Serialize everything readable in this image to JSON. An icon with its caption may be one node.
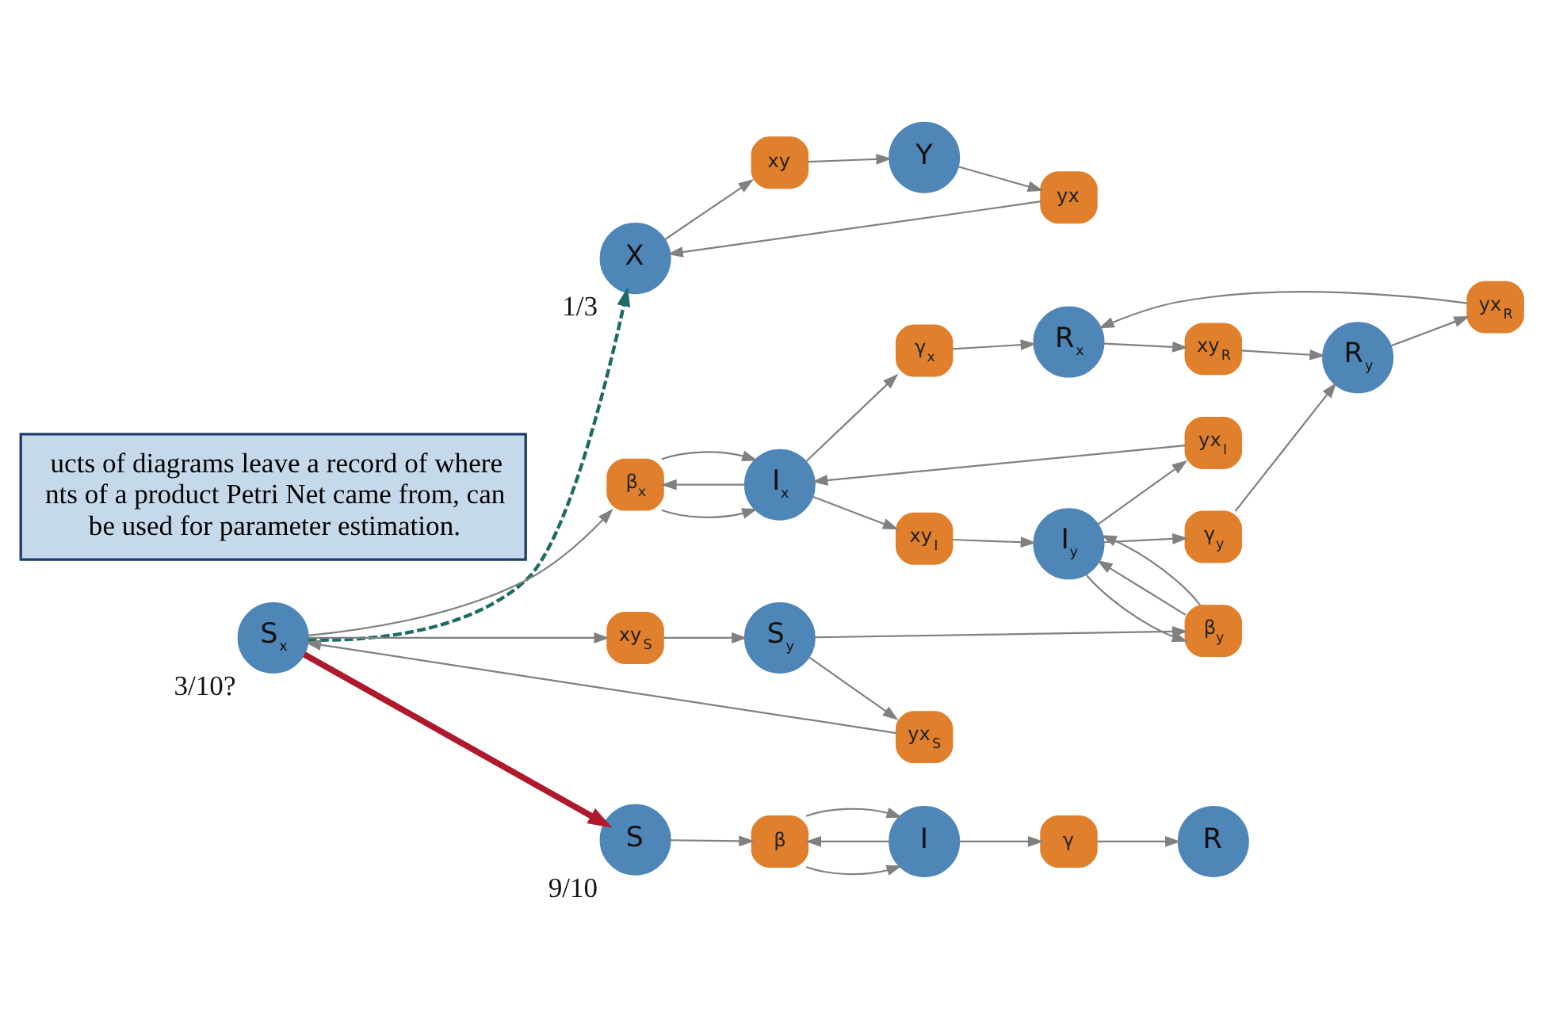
{
  "diagram": {
    "nodes": [
      {
        "text": [
          "X"
        ],
        "beside": [
          "1/3"
        ]
      },
      {
        "text": [
          "xy"
        ]
      },
      {
        "text": [
          "Y"
        ]
      },
      {
        "text": [
          "yx"
        ]
      },
      {
        "text": [
          "xy$_{R}$"
        ]
      },
      {
        "text": [
          "yx$_{R}$"
        ]
      },
      {
        "text": [
          "γ$_{x}$"
        ]
      },
      {
        "text": [
          "R$_{x}$"
        ]
      },
      {
        "text": [
          "R$_{y}$"
        ]
      },
      {
        "text": [
          "γ$_{y}$"
        ]
      },
      {
        "text": [
          "xy$_{I}$"
        ]
      },
      {
        "text": [
          "β$_{x}$"
        ]
      },
      {
        "text": [
          "I$_{x}$"
        ]
      },
      {
        "text": [
          "yx$_{I}$"
        ]
      },
      {
        "text": [
          "I$_{y}$"
        ]
      },
      {
        "text": [
          "β$_{y}$"
        ]
      },
      {
        "text": [
          "S$_{x}$"
        ],
        "beside": [
          "3/10?"
        ]
      },
      {
        "text": [
          "xy$_{S}$"
        ]
      },
      {
        "text": [
          "yx$_{S}$"
        ]
      },
      {
        "text": [
          "S$_{y}$"
        ]
      },
      {
        "text": [
          "γ"
        ]
      },
      {
        "text": [
          "R"
        ]
      },
      {
        "text": [
          "β"
        ]
      },
      {
        "text": [
          "I"
        ]
      },
      {
        "text": [
          "S"
        ],
        "beside": [
          "9/10"
        ]
      },
      {
        "text": [
          "ucts of diagrams leave a record of where nts of a product Petri Net came from, can be used for parameter estimation."
        ]
      }
    ],
    "edges": [
      {
        "from": 0,
        "to": 1,
        "arrow": "to"
      },
      {
        "from": 1,
        "to": 2,
        "arrow": "to"
      },
      {
        "from": 2,
        "to": 3,
        "arrow": "to"
      },
      {
        "from": 3,
        "to": 0,
        "arrow": "to"
      },
      {
        "from": 7,
        "to": 4,
        "arrow": "to"
      },
      {
        "from": 4,
        "to": 8,
        "arrow": "to"
      },
      {
        "from": 8,
        "to": 5,
        "arrow": "to"
      },
      {
        "from": 5,
        "to": 7,
        "arrow": "to"
      },
      {
        "from": 6,
        "to": 7,
        "arrow": "to"
      },
      {
        "from": 9,
        "to": 8,
        "arrow": "to"
      },
      {
        "from": 12,
        "to": 6,
        "arrow": "to"
      },
      {
        "from": 14,
        "to": 9,
        "arrow": "to"
      },
      {
        "from": 12,
        "to": 10,
        "arrow": "to"
      },
      {
        "from": 10,
        "to": 14,
        "arrow": "to"
      },
      {
        "from": 14,
        "to": 13,
        "arrow": "to"
      },
      {
        "from": 13,
        "to": 12,
        "arrow": "to"
      },
      {
        "from": 11,
        "to": 12,
        "arrow": "to"
      },
      {
        "from": 12,
        "to": 11,
        "arrow": "to"
      },
      {
        "from": 11,
        "to": 12,
        "arrow": "to"
      },
      {
        "from": 15,
        "to": 14,
        "arrow": "to"
      },
      {
        "from": 14,
        "to": 15,
        "arrow": "to"
      },
      {
        "from": 15,
        "to": 14,
        "arrow": "to"
      },
      {
        "from": 16,
        "to": 11,
        "arrow": "to"
      },
      {
        "from": 19,
        "to": 15,
        "arrow": "to"
      },
      {
        "from": 16,
        "to": 17,
        "arrow": "to"
      },
      {
        "from": 17,
        "to": 19,
        "arrow": "to"
      },
      {
        "from": 19,
        "to": 18,
        "arrow": "to"
      },
      {
        "from": 18,
        "to": 16,
        "arrow": "to"
      },
      {
        "from": 24,
        "to": 22,
        "arrow": "to"
      },
      {
        "from": 22,
        "to": 23,
        "arrow": "to"
      },
      {
        "from": 23,
        "to": 22,
        "arrow": "to"
      },
      {
        "from": 22,
        "to": 23,
        "arrow": "to"
      },
      {
        "from": 23,
        "to": 20,
        "arrow": "to"
      },
      {
        "from": 20,
        "to": 21,
        "arrow": "to"
      },
      {
        "from": 16,
        "to": 0,
        "arrow": "to",
        "style": "dashed",
        "color": "#1d6b66"
      },
      {
        "from": 16,
        "to": 24,
        "arrow": "to",
        "style": "thick",
        "color": "#b0182c"
      }
    ]
  }
}
